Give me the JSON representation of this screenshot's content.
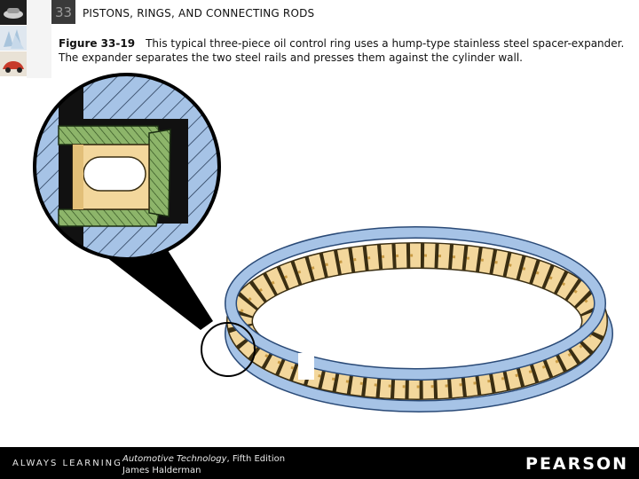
{
  "header": {
    "chapter_number": "33",
    "chapter_title": "PISTONS, RINGS, AND CONNECTING RODS"
  },
  "figure": {
    "label": "Figure 33-19",
    "caption": "This typical three-piece oil control ring uses a hump-type stainless steel spacer-expander. The expander separates the two steel rails and presses them against the cylinder wall."
  },
  "footer": {
    "tagline": "ALWAYS LEARNING",
    "book_title": "Automotive Technology",
    "edition": ", Fifth Edition",
    "author": "James Halderman",
    "publisher": "PEARSON"
  },
  "colors": {
    "ring_blue": "#a6c3e6",
    "expander_tan": "#f3d79c",
    "rail_green": "#8db56a",
    "footer_bg": "#000000"
  }
}
